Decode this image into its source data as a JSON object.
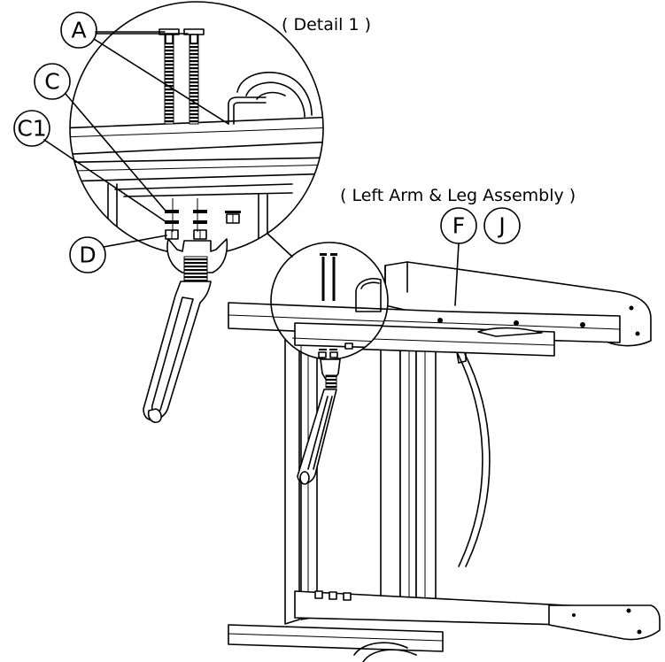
{
  "captions": {
    "detail": "( Detail 1 )",
    "assembly": "( Left Arm & Leg Assembly )"
  },
  "callouts": {
    "a": "A",
    "c": "C",
    "c1": "C1",
    "d": "D",
    "f": "F",
    "j": "J"
  }
}
